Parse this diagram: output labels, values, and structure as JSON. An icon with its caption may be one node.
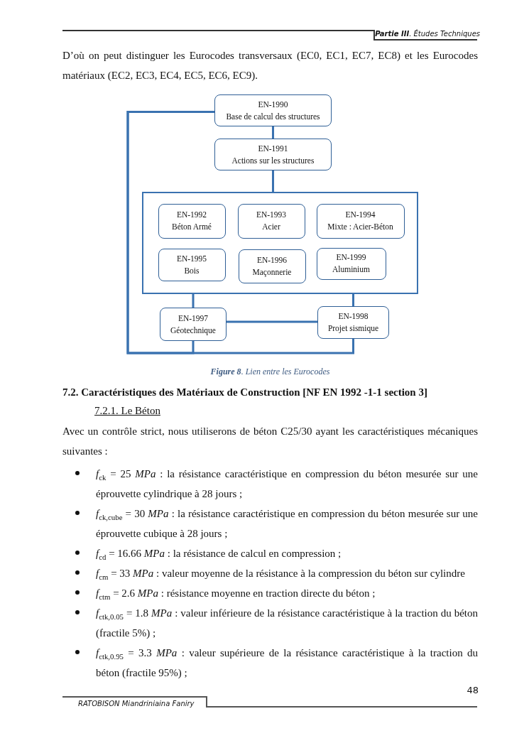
{
  "diagram": {
    "caption": "**Figure 8**. Lien entre les Eurocodes",
    "nodes": [
      {
        "text": [
          "EN-1990",
          "Base de calcul des structures"
        ]
      },
      {
        "text": [
          "EN-1991",
          "Actions sur les structures"
        ]
      },
      {
        "text": [],
        "shape": "box"
      },
      {
        "text": [
          "EN-1992",
          "Béton Armé"
        ],
        "in": 2
      },
      {
        "text": [
          "EN-1993",
          "Acier"
        ],
        "in": 2
      },
      {
        "text": [
          "EN-1994",
          "Mixte : Acier-Béton"
        ],
        "in": 2
      },
      {
        "text": [
          "EN-1995",
          "Bois"
        ],
        "in": 2
      },
      {
        "text": [
          "EN-1996",
          "Maçonnerie"
        ],
        "in": 2
      },
      {
        "text": [
          "EN-1999",
          "Aluminium"
        ],
        "in": 2
      },
      {
        "text": [
          "EN-1997",
          "Géotechnique"
        ]
      },
      {
        "text": [
          "EN-1998",
          "Projet sismique"
        ]
      }
    ],
    "edges": [
      {
        "from": 0,
        "to": 1,
        "arrow": "none"
      },
      {
        "from": 1,
        "to": 2,
        "arrow": "none"
      },
      {
        "from": 2,
        "to": 9,
        "arrow": "none"
      },
      {
        "from": 2,
        "to": 10,
        "arrow": "none"
      },
      {
        "from": 9,
        "to": 10,
        "arrow": "none"
      },
      {
        "from": 0,
        "to": 9,
        "arrow": "none"
      },
      {
        "from": 0,
        "to": 10,
        "arrow": "none"
      }
    ],
    "labels": [
      "**Partie III**. Études Techniques",
      "D’où on peut distinguer les Eurocodes transversaux (EC0, EC1, EC7, EC8) et les Eurocodes matériaux (EC2, EC3, EC4, EC5, EC6, EC9).",
      "7.2. Caractéristiques des Matériaux de Construction [NF EN 1992 -1-1 section 3]",
      "7.2.1. Le Béton",
      "Avec un contrôle strict, nous utiliserons de béton C25/30 ayant les caractéristiques mécaniques suivantes :",
      "*f*$_{ck}$ = 25 *MPa* : la résistance caractéristique en compression du béton mesurée sur une éprouvette cylindrique à 28 jours ;",
      "*f*$_{ck,cube}$ = 30 *MPa* : la résistance caractéristique en compression du béton mesurée sur une éprouvette cubique à 28 jours ;",
      "*f*$_{cd}$ = 16.66 *MPa* : la résistance de calcul en compression ;",
      "*f*$_{cm}$ = 33 *MPa* : valeur moyenne de la résistance à la compression du béton sur cylindre",
      "*f*$_{ctm}$ = 2.6 *MPa* : résistance moyenne en traction directe du béton ;",
      "*f*$_{ctk,0.05}$ = 1.8 *MPa* : valeur inférieure de la résistance caractéristique à la traction du béton (fractile 5%) ;",
      "*f*$_{ctk,0.95}$ = 3.3 *MPa* : valeur supérieure de la résistance caractéristique à la traction du béton (fractile 95%) ;",
      "48",
      "RATOBISON Miandriniaina Faniry"
    ]
  }
}
